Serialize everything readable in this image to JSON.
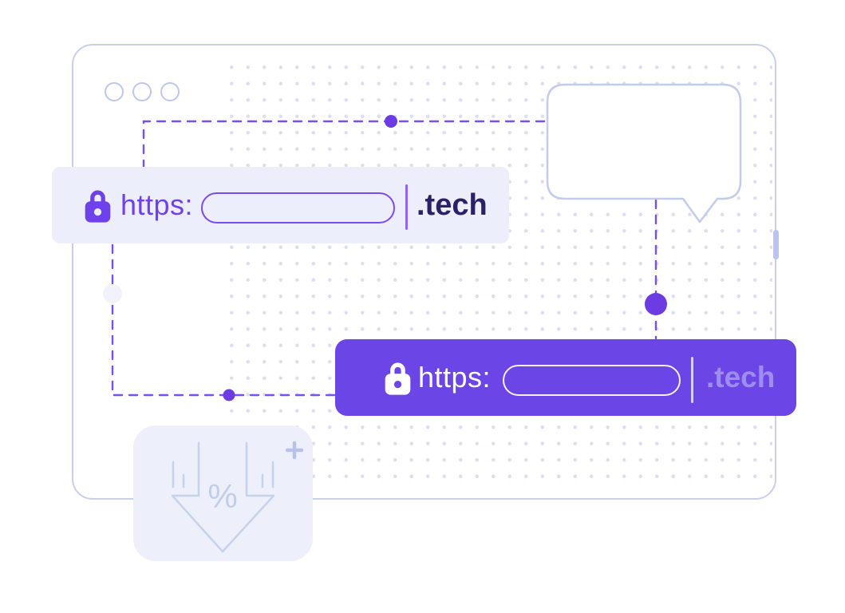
{
  "page": {
    "background": "#ffffff"
  },
  "colors": {
    "accent_purple": "#6f41ec",
    "dash_purple": "#7a4ff0",
    "node_purple": "#6c3be2",
    "purple_bar_bg": "#6b45e5",
    "light_bar_bg": "#edeefb",
    "window_border": "#c7cfee",
    "dot_grid": "#dcdff0",
    "tld_dark": "#2b2166",
    "tld_light_purple": "#9d8df2",
    "sketch_stroke": "#c6d1ea",
    "discount_card_bg": "#edf0fa"
  },
  "browser_window": {
    "control_count": 3
  },
  "address_bar_light": {
    "protocol": "https:",
    "domain_value": "",
    "tld": ".tech"
  },
  "address_bar_purple": {
    "protocol": "https:",
    "domain_value": "",
    "tld": ".tech"
  },
  "discount_card": {
    "percent": "%",
    "plus": "+"
  },
  "icons": [
    "lock-icon",
    "speech-bubble",
    "discount-arrow-icon",
    "plus-icon",
    "window-control-buttons"
  ]
}
